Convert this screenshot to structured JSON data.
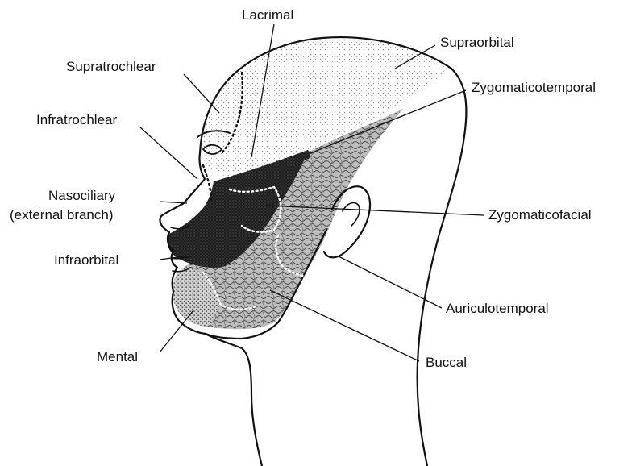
{
  "labels": {
    "lacrimal": "Lacrimal",
    "supraorbital": "Supraorbital",
    "supratrochlear": "Supratrochlear",
    "zygomaticotemporal": "Zygomaticotemporal",
    "infratrochlear": "Infratrochlear",
    "nasociliary_line1": "Nasociliary",
    "nasociliary_line2": "(external branch)",
    "zygomaticofacial": "Zygomaticofacial",
    "infraorbital": "Infraorbital",
    "auriculotemporal": "Auriculotemporal",
    "mental": "Mental",
    "buccal": "Buccal"
  },
  "colors": {
    "ink": "#111111",
    "light_dots": "#b9b9b9",
    "medium_dots": "#8a8a8a",
    "dark_hatch": "#2a2a2a",
    "background": "#ffffff"
  }
}
